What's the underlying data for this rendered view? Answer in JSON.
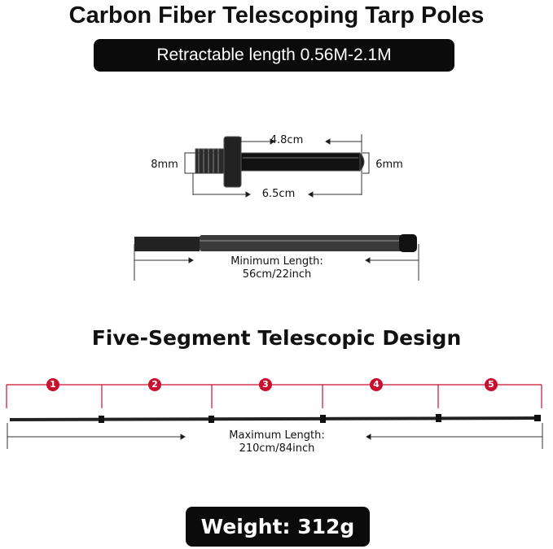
{
  "title": "Carbon Fiber Telescoping Tarp Poles",
  "subtitle": "Retractable length 0.56M-2.1M",
  "spike": {
    "length_top": "4.8cm",
    "length_bottom": "6.5cm",
    "thread_diameter": "8mm",
    "rod_diameter": "6mm"
  },
  "min_length": {
    "line1": "Minimum Length:",
    "line2": "56cm/22inch"
  },
  "heading": "Five-Segment Telescopic Design",
  "segments": [
    "1",
    "2",
    "3",
    "4",
    "5"
  ],
  "max_length": {
    "line1": "Maximum Length:",
    "line2": "210cm/84inch"
  },
  "weight": "Weight: 312g",
  "colors": {
    "accent": "#c8102e",
    "dark": "#0b0b0b"
  }
}
